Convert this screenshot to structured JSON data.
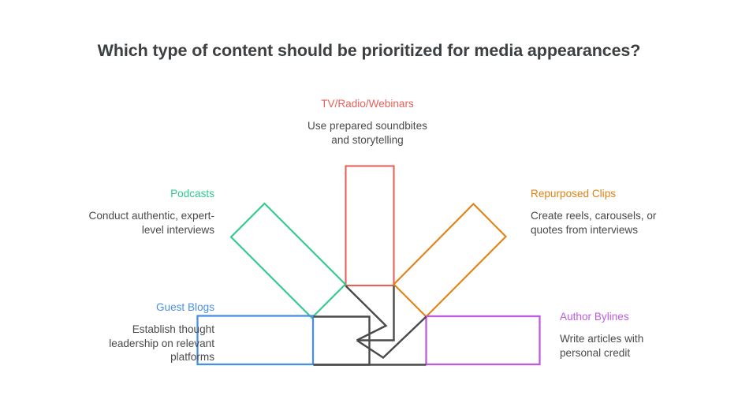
{
  "page": {
    "title": "Which type of content should be prioritized for media appearances?",
    "background_color": "#ffffff",
    "title_color": "#3c4043"
  },
  "chart_data": {
    "type": "diagram",
    "title": "Which type of content should be prioritized for media appearances?",
    "layout": "radial arrow / chevron burst with six outward rectangles",
    "center_shape": {
      "name": "chevron-arrow",
      "color": "#4a4a4a"
    },
    "nodes": [
      {
        "id": "tv-radio-webinars",
        "title": "TV/Radio/Webinars",
        "description": "Use prepared soundbites and storytelling",
        "color": "#e8605a",
        "position": "top",
        "rotation_deg": 0
      },
      {
        "id": "podcasts",
        "title": "Podcasts",
        "description": "Conduct authentic, expert-level interviews",
        "color": "#31c98c",
        "position": "upper-left",
        "rotation_deg": -45
      },
      {
        "id": "repurposed-clips",
        "title": "Repurposed Clips",
        "description": "Create reels, carousels, or quotes from interviews",
        "color": "#e08214",
        "position": "upper-right",
        "rotation_deg": 45
      },
      {
        "id": "guest-blogs",
        "title": "Guest Blogs",
        "description": "Establish thought leadership on relevant platforms",
        "color": "#4a90e2",
        "position": "lower-left",
        "rotation_deg": 0
      },
      {
        "id": "author-bylines",
        "title": "Author Bylines",
        "description": "Write articles with personal credit",
        "color": "#bd5ce0",
        "position": "lower-right",
        "rotation_deg": 0
      }
    ]
  },
  "labels": {
    "tv_radio_webinars": {
      "title": "TV/Radio/Webinars",
      "desc_line1": "Use prepared soundbites",
      "desc_line2": "and storytelling",
      "color": "#e8605a"
    },
    "podcasts": {
      "title": "Podcasts",
      "desc_line1": "Conduct authentic, expert-",
      "desc_line2": "level interviews",
      "color": "#31c98c"
    },
    "repurposed_clips": {
      "title": "Repurposed Clips",
      "desc_line1": "Create reels, carousels, or",
      "desc_line2": "quotes from interviews",
      "color": "#e08214"
    },
    "guest_blogs": {
      "title": "Guest Blogs",
      "desc_line1": "Establish thought",
      "desc_line2": "leadership on relevant",
      "desc_line3": "platforms",
      "color": "#4a90e2"
    },
    "author_bylines": {
      "title": "Author Bylines",
      "desc_line1": "Write articles with",
      "desc_line2": "personal credit",
      "color": "#bd5ce0"
    }
  }
}
